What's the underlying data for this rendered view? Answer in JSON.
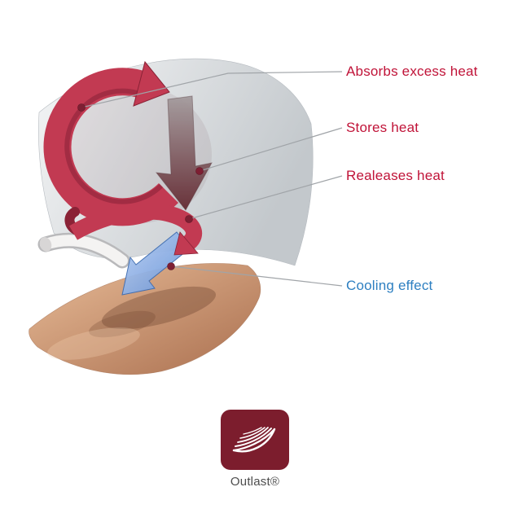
{
  "callouts": {
    "absorbs": {
      "text": "Absorbs excess heat",
      "type": "heat"
    },
    "stores": {
      "text": "Stores heat",
      "type": "heat"
    },
    "releases": {
      "text": "Realeases heat",
      "type": "heat"
    },
    "cooling": {
      "text": "Cooling effect",
      "type": "cooling"
    }
  },
  "logo": {
    "brand": "Outlast®"
  },
  "colors": {
    "heat_label": "#c01338",
    "cooling_label": "#2d7fc1",
    "ring_red": "#c23a52",
    "ring_shadow_red": "#9a2940",
    "stores_arrow_dark": "#62272f",
    "cooling_arrow_blue": "#6792d8",
    "fabric_gray": "#c9cdd1",
    "skin_tan": "#c98f6b",
    "leader_line": "#a0a4a8",
    "dot": "#7e1f33",
    "logo_background": "#7c1d2d"
  }
}
